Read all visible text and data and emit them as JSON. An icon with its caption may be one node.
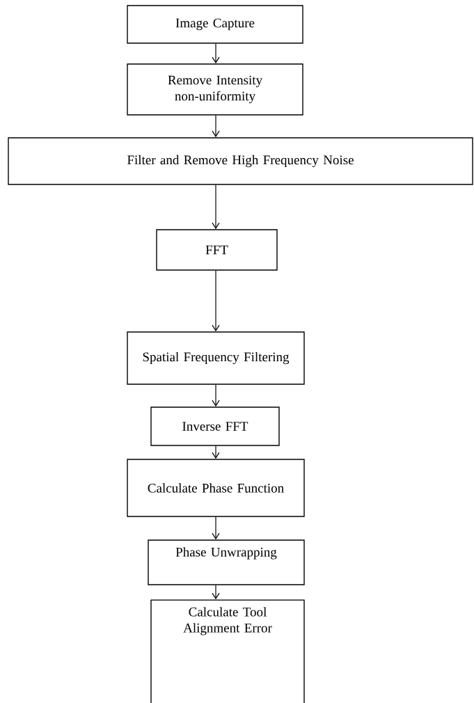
{
  "diagram": {
    "nodes": [
      {
        "text": [
          "Image Capture"
        ]
      },
      {
        "text": [
          "Remove Intensity non-uniformity"
        ]
      },
      {
        "text": [
          "Filter and Remove High Frequency Noise"
        ]
      },
      {
        "text": [
          "FFT"
        ]
      },
      {
        "text": [
          "Spatial Frequency Filtering"
        ]
      },
      {
        "text": [
          "Inverse FFT"
        ]
      },
      {
        "text": [
          "Calculate Phase Function"
        ]
      },
      {
        "text": [
          "Phase Unwrapping"
        ]
      },
      {
        "text": [
          "Calculate Tool Alignment Error"
        ]
      }
    ],
    "edges": [
      {
        "from": 0,
        "to": 1,
        "arrow": "to"
      },
      {
        "from": 1,
        "to": 2,
        "arrow": "to"
      },
      {
        "from": 2,
        "to": 3,
        "arrow": "to"
      },
      {
        "from": 3,
        "to": 4,
        "arrow": "to"
      },
      {
        "from": 4,
        "to": 5,
        "arrow": "to"
      },
      {
        "from": 5,
        "to": 6,
        "arrow": "to"
      },
      {
        "from": 6,
        "to": 7,
        "arrow": "to"
      },
      {
        "from": 7,
        "to": 8,
        "arrow": "to"
      }
    ]
  }
}
